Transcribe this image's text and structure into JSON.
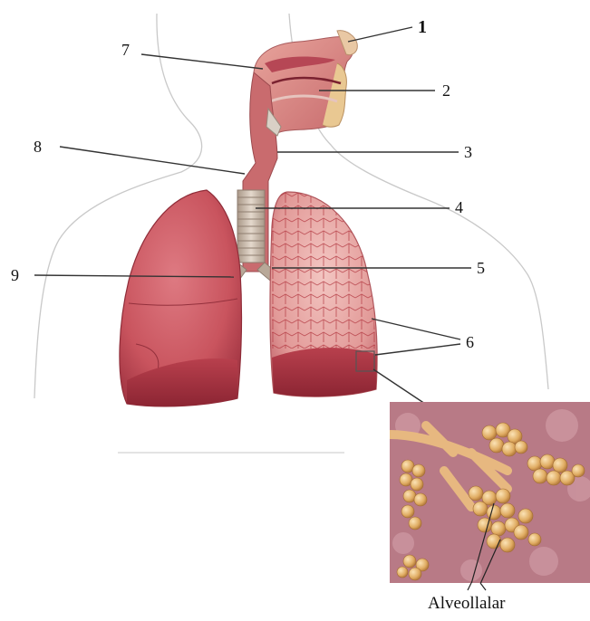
{
  "labels": {
    "n1": "1",
    "n2": "2",
    "n3": "3",
    "n4": "4",
    "n5": "5",
    "n6": "6",
    "n7": "7",
    "n8": "8",
    "n9": "9"
  },
  "inset": {
    "caption": "Alveollalar"
  },
  "colors": {
    "lung": "#c9545e",
    "lung_dark": "#9e2f3c",
    "trachea": "#c8b8a8",
    "alveoli": "#e6b66e",
    "inset_bg": "#b87a86"
  }
}
